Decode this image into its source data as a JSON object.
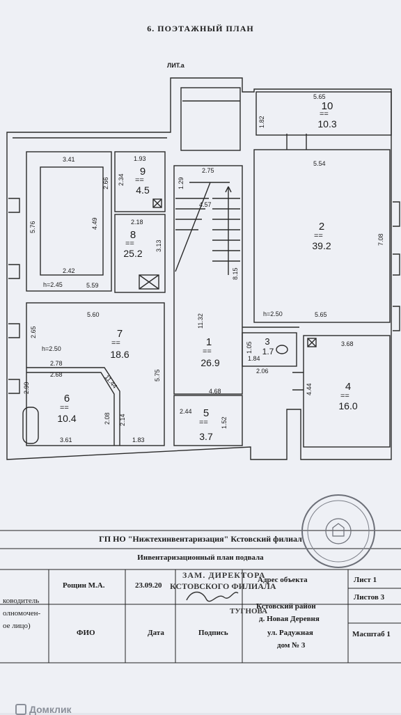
{
  "header": {
    "title": "6. ПОЭТАЖНЫЙ ПЛАН",
    "lit": "ЛИТ.а"
  },
  "plan": {
    "rooms": [
      {
        "num": "1",
        "area": "26.9"
      },
      {
        "num": "2",
        "area": "39.2",
        "h": "h=2.50"
      },
      {
        "num": "3",
        "area": "1.7"
      },
      {
        "num": "4",
        "area": "16.0"
      },
      {
        "num": "5",
        "area": "3.7"
      },
      {
        "num": "6",
        "area": "10.4"
      },
      {
        "num": "7",
        "area": "18.6",
        "h": "h=2.50"
      },
      {
        "num": "8",
        "area": "25.2"
      },
      {
        "num": "9",
        "area": "4.5"
      },
      {
        "num": "10",
        "area": "10.3"
      }
    ],
    "dims": [
      "3.41",
      "5.76",
      "4.49",
      "2.66",
      "2.42",
      "h=2.45",
      "5.59",
      "1.93",
      "2.34",
      "2.18",
      "3.13",
      "2.75",
      "1.29",
      "4.57",
      "11.32",
      "8.15",
      "5.65",
      "1.82",
      "5.54",
      "7.08",
      "5.65",
      "5.60",
      "2.65",
      "2.78",
      "2.68",
      "11.44",
      "2.99",
      "2.08",
      "2.14",
      "3.61",
      "1.83",
      "5.75",
      "1.05",
      "1.84",
      "2.06",
      "3.68",
      "4.44",
      "4.68",
      "2.44",
      "1.52"
    ]
  },
  "stamp_block": {
    "org": "ГП НО \"Нижтехинвентаризация\"  Кстовский филиал",
    "doc": "Инвентаризационный план подвала",
    "row1": {
      "left": "ководитель",
      "name": "Рощин М.А.",
      "date": "23.09.20",
      "addr_head": "Адрес объекта",
      "sheet": "Лист 1"
    },
    "row2": {
      "left": "олномочен-",
      "sheets": "Листов 3"
    },
    "row3": {
      "left": "ое лицо)"
    },
    "cols": {
      "fio": "ФИО",
      "date": "Дата",
      "sign": "Подпись",
      "scale": "Масштаб 1"
    },
    "address": [
      "Кстовский район",
      "д. Новая Деревня",
      "ул. Радужная",
      "дом № 3"
    ],
    "overstamp": [
      "ЗАМ. ДИРЕКТОРА",
      "КСТОВСКОГО ФИЛИАЛА",
      "ТУГНОВА"
    ]
  },
  "watermark": {
    "brand": "Домклик"
  }
}
